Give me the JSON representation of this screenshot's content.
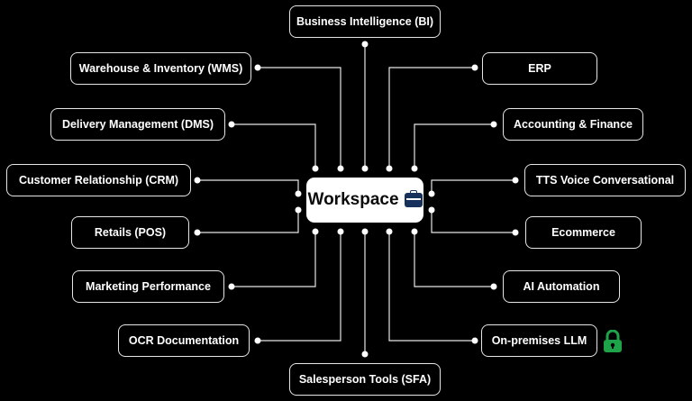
{
  "hub": {
    "label": "Workspace",
    "icon": "briefcase-icon",
    "icon_color": "#16325c"
  },
  "nodes": {
    "bi": "Business Intelligence (BI)",
    "wms": "Warehouse & Inventory (WMS)",
    "erp": "ERP",
    "dms": "Delivery Management (DMS)",
    "accounting": "Accounting & Finance",
    "crm": "Customer Relationship (CRM)",
    "tts": "TTS Voice Conversational",
    "pos": "Retails (POS)",
    "ecommerce": "Ecommerce",
    "marketing": "Marketing Performance",
    "ai": "AI Automation",
    "ocr": "OCR Documentation",
    "llm": "On-premises LLM",
    "sfa": "Salesperson Tools (SFA)"
  },
  "lock_icon": {
    "name": "lock-icon",
    "color": "#1fa34a"
  },
  "colors": {
    "background": "#000000",
    "line": "#e6e6e6"
  }
}
